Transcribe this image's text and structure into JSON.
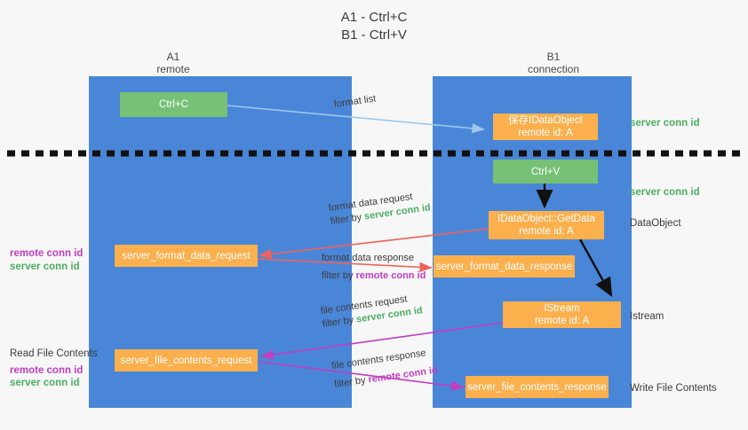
{
  "title": {
    "line1": "A1 - Ctrl+C",
    "line2": "B1 - Ctrl+V"
  },
  "colors": {
    "lane": "#4a86d8",
    "green_box": "#76c176",
    "orange_box": "#fbb04d",
    "server_conn_id": "#4cae63",
    "remote_conn_id": "#c13ec1",
    "background": "#f7f7f7",
    "divider": "#111111",
    "arrow_format_list": "#9ec9ec",
    "arrow_format_data": "#f0615a",
    "arrow_file_contents": "#c13ec1",
    "arrow_internal": "#111111"
  },
  "lanes": [
    {
      "name": "A1",
      "sub": "remote"
    },
    {
      "name": "B1",
      "sub": "connection"
    }
  ],
  "nodes": {
    "ctrl_c": {
      "label": "Ctrl+C",
      "style": "green"
    },
    "save_idataobject": {
      "label": "保存IDataObject",
      "sub": "remote id: A",
      "style": "orange"
    },
    "ctrl_v": {
      "label": "Ctrl+V",
      "style": "green"
    },
    "getdata": {
      "label": "IDataObject::GetData",
      "sub": "remote id: A",
      "style": "orange"
    },
    "server_format_data_request": {
      "label": "server_format_data_request",
      "style": "orange"
    },
    "server_format_data_response": {
      "label": "server_format_data_response",
      "style": "orange"
    },
    "istream": {
      "label": "IStream",
      "sub": "remote id: A",
      "style": "orange"
    },
    "server_file_contents_request": {
      "label": "server_file_contents_request",
      "style": "orange"
    },
    "server_file_contents_response": {
      "label": "server_file_contents_response",
      "style": "orange"
    }
  },
  "right_labels": {
    "server_conn_id_1": "server conn id",
    "server_conn_id_2": "server conn id",
    "dataobject": "DataObject",
    "istream": "Istream",
    "write_file_contents": "Write File Contents"
  },
  "left_labels": {
    "remote_conn_id_1": "remote conn id",
    "server_conn_id_1": "server conn id",
    "read_file_contents": "Read File Contents",
    "remote_conn_id_2": "remote conn id",
    "server_conn_id_2": "server conn id"
  },
  "edges": {
    "format_list": {
      "label": "format list"
    },
    "format_data_request": {
      "line1": "format data request",
      "line2_prefix": "filter by ",
      "line2_highlight": "server conn id"
    },
    "format_data_response": {
      "line1": "format data response",
      "line2_prefix": "filter by ",
      "line2_highlight": "remote conn id"
    },
    "file_contents_request": {
      "line1": "file contents request",
      "line2_prefix": "filter by ",
      "line2_highlight": "server conn id"
    },
    "file_contents_response": {
      "line1": "file contents response",
      "line2_prefix": "filter by ",
      "line2_highlight": "remote conn id"
    }
  }
}
